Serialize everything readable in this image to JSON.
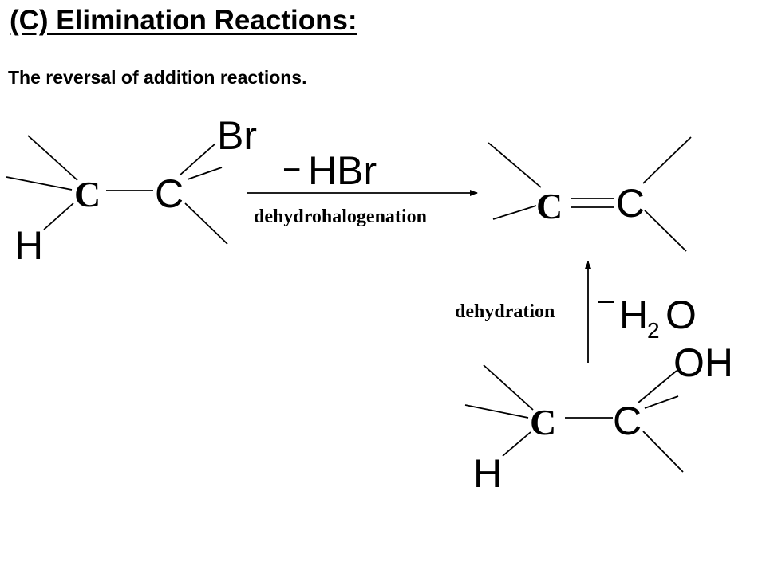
{
  "slide": {
    "title": "(C) Elimination Reactions:",
    "subtitle": "The reversal of addition reactions."
  },
  "reactant": {
    "carbon_left": "C",
    "carbon_right": "C",
    "substituent_top": "Br",
    "substituent_bottom": "H"
  },
  "reaction_1": {
    "reagent_sign": "−",
    "reagent": "HBr",
    "label": "dehydrohalogenation"
  },
  "product": {
    "carbon_left": "C",
    "carbon_right": "C"
  },
  "reaction_2": {
    "label": "dehydration",
    "reagent_sign": "−",
    "reagent_h": "H",
    "reagent_sub": "2",
    "reagent_o": "O"
  },
  "alcohol": {
    "carbon_left": "C",
    "carbon_right": "C",
    "substituent_top": "OH",
    "substituent_bottom": "H"
  }
}
